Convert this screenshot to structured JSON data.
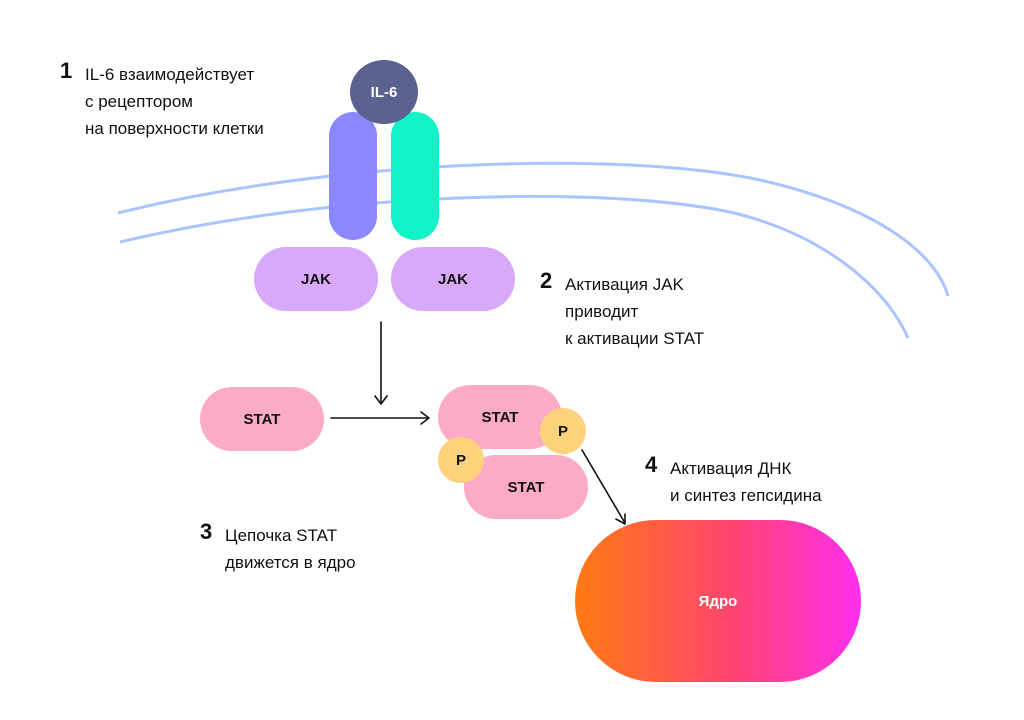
{
  "steps": [
    {
      "number": "1",
      "lines": [
        "IL-6 взаимодействует",
        "с рецептором",
        "на поверхности клетки"
      ]
    },
    {
      "number": "2",
      "lines": [
        "Активация JAK",
        "приводит",
        "к активации STAT"
      ]
    },
    {
      "number": "3",
      "lines": [
        "Цепочка STAT",
        "движется в ядро"
      ]
    },
    {
      "number": "4",
      "lines": [
        "Активация ДНК",
        "и синтез гепсидина"
      ]
    }
  ],
  "labels": {
    "il6": "IL-6",
    "jak_left": "JAK",
    "jak_right": "JAK",
    "stat_single": "STAT",
    "stat_dimer_top": "STAT",
    "stat_dimer_bottom": "STAT",
    "phosphate_top": "P",
    "phosphate_bottom": "P",
    "nucleus": "Ядро"
  },
  "colors": {
    "membrane": "#a9c4ff",
    "il6": "#5b6290",
    "receptor_left": "#8a87ff",
    "receptor_right": "#12f2c7",
    "jak": "#d7a9f8",
    "stat": "#fbaac7",
    "phosphate": "#fdd27a",
    "nucleus_start": "#ff7a12",
    "nucleus_end": "#ff2ef0"
  }
}
